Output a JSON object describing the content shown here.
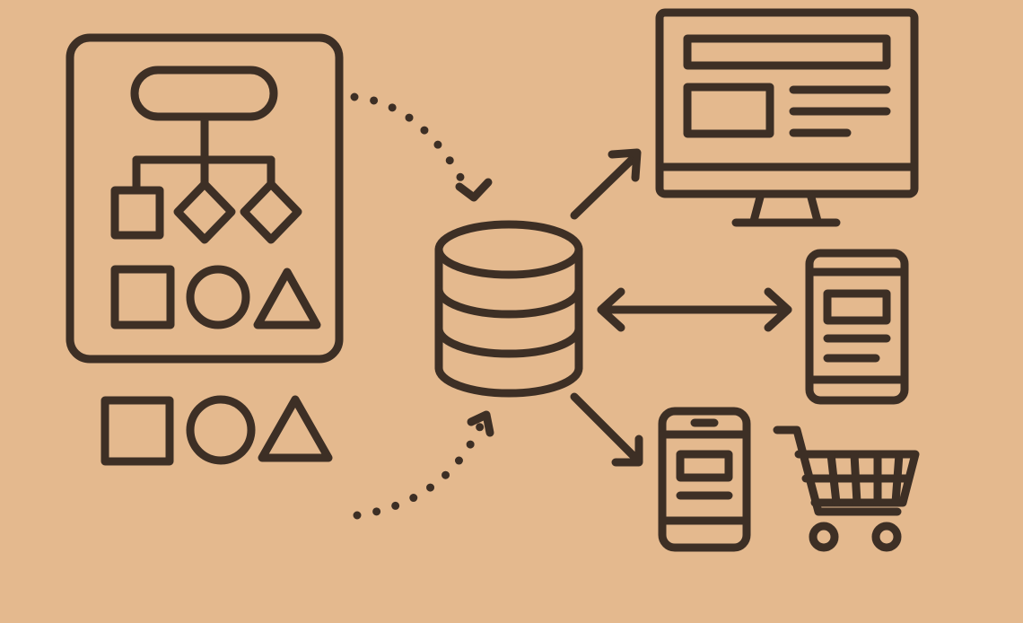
{
  "palette": {
    "background": "#e4b98e",
    "line": "#3d2f25"
  },
  "icons": {
    "source_panel": "design-document-icon",
    "flowchart": "flowchart-icon",
    "shapes_inside": [
      "square-icon",
      "circle-icon",
      "triangle-icon"
    ],
    "shapes_outside": [
      "square-icon",
      "circle-icon",
      "triangle-icon"
    ],
    "database": "database-icon",
    "desktop": "desktop-monitor-icon",
    "tablet": "tablet-icon",
    "phone": "smartphone-icon",
    "cart": "shopping-cart-icon"
  },
  "connectors": [
    {
      "from": "source-panel",
      "to": "database",
      "style": "dotted-curve"
    },
    {
      "from": "shapes-row",
      "to": "database",
      "style": "dotted-curve"
    },
    {
      "from": "database",
      "to": "desktop",
      "style": "arrow"
    },
    {
      "from": "database",
      "to": "tablet",
      "style": "double-arrow"
    },
    {
      "from": "database",
      "to": "phone",
      "style": "arrow"
    }
  ]
}
